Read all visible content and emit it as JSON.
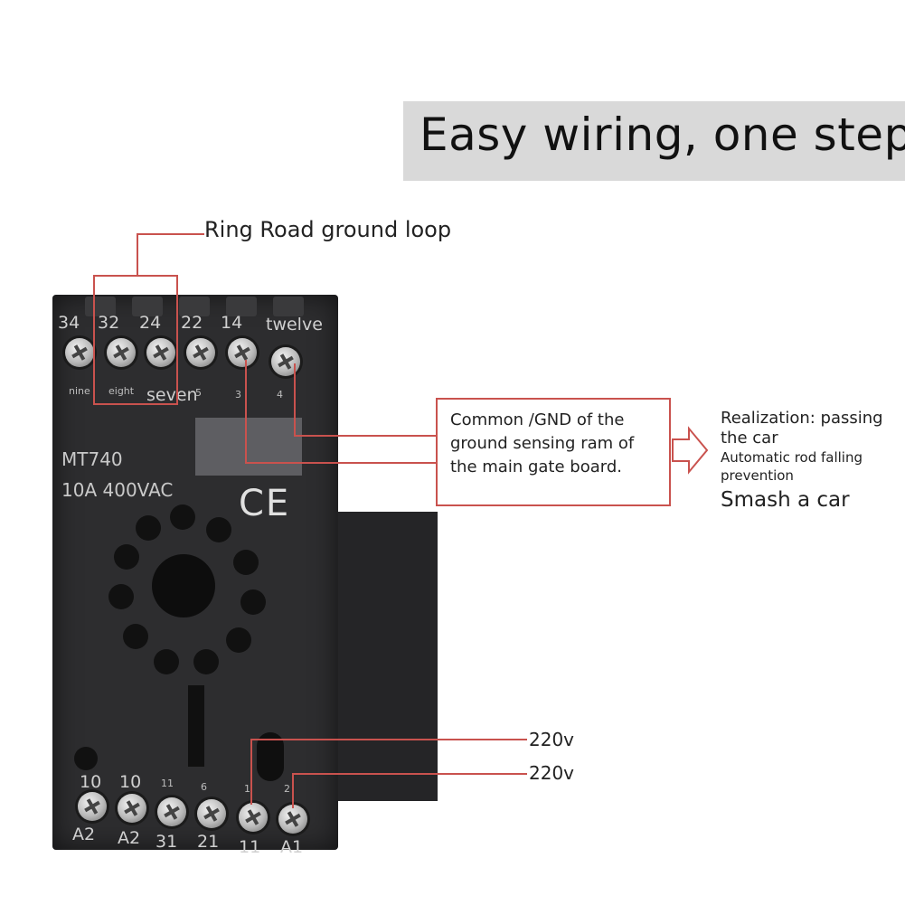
{
  "banner": {
    "title": "Easy wiring, one step"
  },
  "callouts": {
    "ring_road": "Ring Road ground loop",
    "common_gnd": "Common /GND of the ground sensing ram of the main gate board.",
    "realization_line1": "Realization: passing the car",
    "realization_line2": "Automatic rod falling prevention",
    "realization_line3": "Smash a car",
    "v220_a": "220v",
    "v220_b": "220v"
  },
  "relay": {
    "model": "MT740",
    "rating": "10A 400VAC",
    "ce": "CE",
    "top_terminals": [
      "34",
      "32",
      "24",
      "22",
      "14",
      "twelve"
    ],
    "top_sub_labels": [
      "nine",
      "eight",
      "seven",
      "5",
      "3",
      "4"
    ],
    "bottom_terminals_top": [
      "10",
      "10",
      "11",
      "6",
      "1",
      "2"
    ],
    "bottom_terminals_bottom": [
      "A2",
      "A2",
      "31",
      "21",
      "11",
      "A1"
    ]
  },
  "colors": {
    "callout_line": "#c9524e",
    "banner_bg": "#d9d9d9",
    "relay_body": "#2d2d2f"
  }
}
